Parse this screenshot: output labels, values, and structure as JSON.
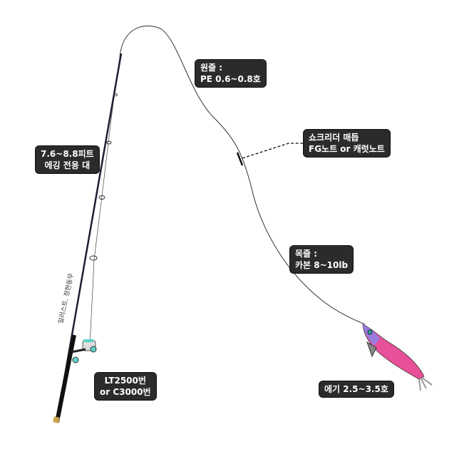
{
  "labels": {
    "main_line": {
      "line1": "원줄 :",
      "line2": "PE 0.6~0.8호"
    },
    "rod": {
      "line1": "7.6~8.8피트",
      "line2": "에깅 전용 대"
    },
    "knot": {
      "line1": "쇼크리더 매듭",
      "line2": "FG노트 or 캐럿노트"
    },
    "leader": {
      "line1": "목줄 :",
      "line2": "카본 8~10lb"
    },
    "reel": {
      "line1": "LT2500번",
      "line2": "or C3000번"
    },
    "egi": {
      "line1": "에기 2.5~3.5호"
    }
  },
  "credit": "일러스트. 정현동무",
  "colors": {
    "label_bg": "#2b2b2b",
    "rod": "#1d1f33",
    "reel_accent": "#5fd3c8",
    "egi_pink": "#e8509a",
    "egi_purple": "#9a7be0"
  }
}
